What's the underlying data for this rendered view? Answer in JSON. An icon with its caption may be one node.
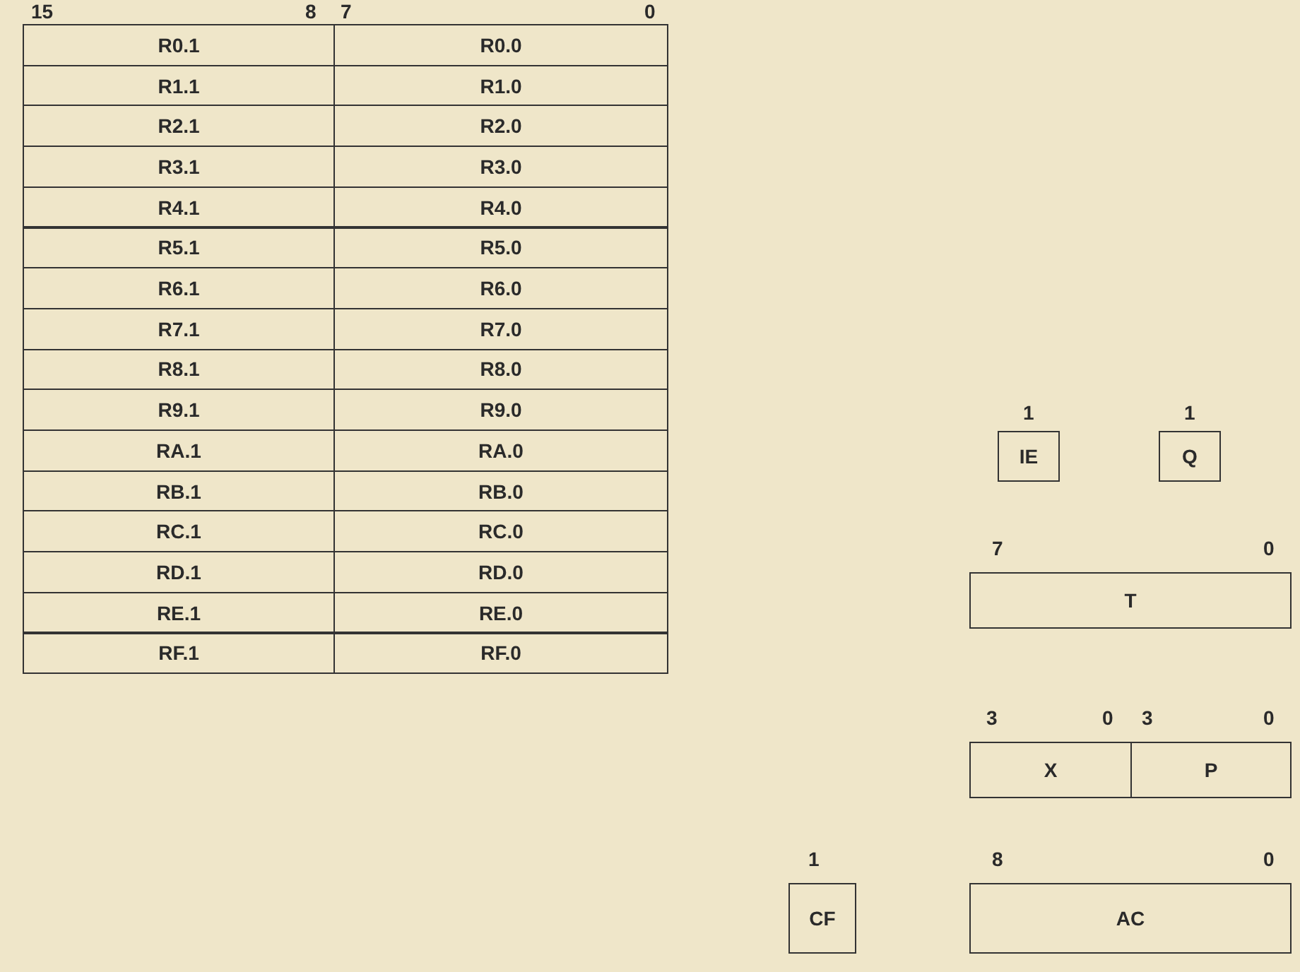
{
  "diagram": {
    "nodes": [
      {
        "text": [
          "R0.1"
        ]
      },
      {
        "text": [
          "R0.0"
        ]
      },
      {
        "text": [
          "R1.1"
        ]
      },
      {
        "text": [
          "R1.0"
        ]
      },
      {
        "text": [
          "R2.1"
        ]
      },
      {
        "text": [
          "R2.0"
        ]
      },
      {
        "text": [
          "R3.1"
        ]
      },
      {
        "text": [
          "R3.0"
        ]
      },
      {
        "text": [
          "R4.1"
        ]
      },
      {
        "text": [
          "R4.0"
        ]
      },
      {
        "text": [
          "R5.1"
        ]
      },
      {
        "text": [
          "R5.0"
        ]
      },
      {
        "text": [
          "R6.1"
        ]
      },
      {
        "text": [
          "R6.0"
        ]
      },
      {
        "text": [
          "R7.1"
        ]
      },
      {
        "text": [
          "R7.0"
        ]
      },
      {
        "text": [
          "R8.1"
        ]
      },
      {
        "text": [
          "R8.0"
        ]
      },
      {
        "text": [
          "R9.1"
        ]
      },
      {
        "text": [
          "R9.0"
        ]
      },
      {
        "text": [
          "RA.1"
        ]
      },
      {
        "text": [
          "RA.0"
        ]
      },
      {
        "text": [
          "RB.1"
        ]
      },
      {
        "text": [
          "RB.0"
        ]
      },
      {
        "text": [
          "RC.1"
        ]
      },
      {
        "text": [
          "RC.0"
        ]
      },
      {
        "text": [
          "RD.1"
        ]
      },
      {
        "text": [
          "RD.0"
        ]
      },
      {
        "text": [
          "RE.1"
        ]
      },
      {
        "text": [
          "RE.0"
        ]
      },
      {
        "text": [
          "RF.1"
        ]
      },
      {
        "text": [
          "RF.0"
        ]
      },
      {
        "text": [
          "IE"
        ]
      },
      {
        "text": [
          "Q"
        ]
      },
      {
        "text": [
          "T"
        ]
      },
      {
        "text": [
          "X"
        ]
      },
      {
        "text": [
          "P"
        ]
      },
      {
        "text": [
          "CF"
        ]
      },
      {
        "text": [
          "AC"
        ]
      }
    ],
    "labels": [
      "15",
      "8",
      "7",
      "0",
      "1",
      "1",
      "7",
      "0",
      "3",
      "0",
      "3",
      "0",
      "1",
      "8",
      "0"
    ]
  }
}
